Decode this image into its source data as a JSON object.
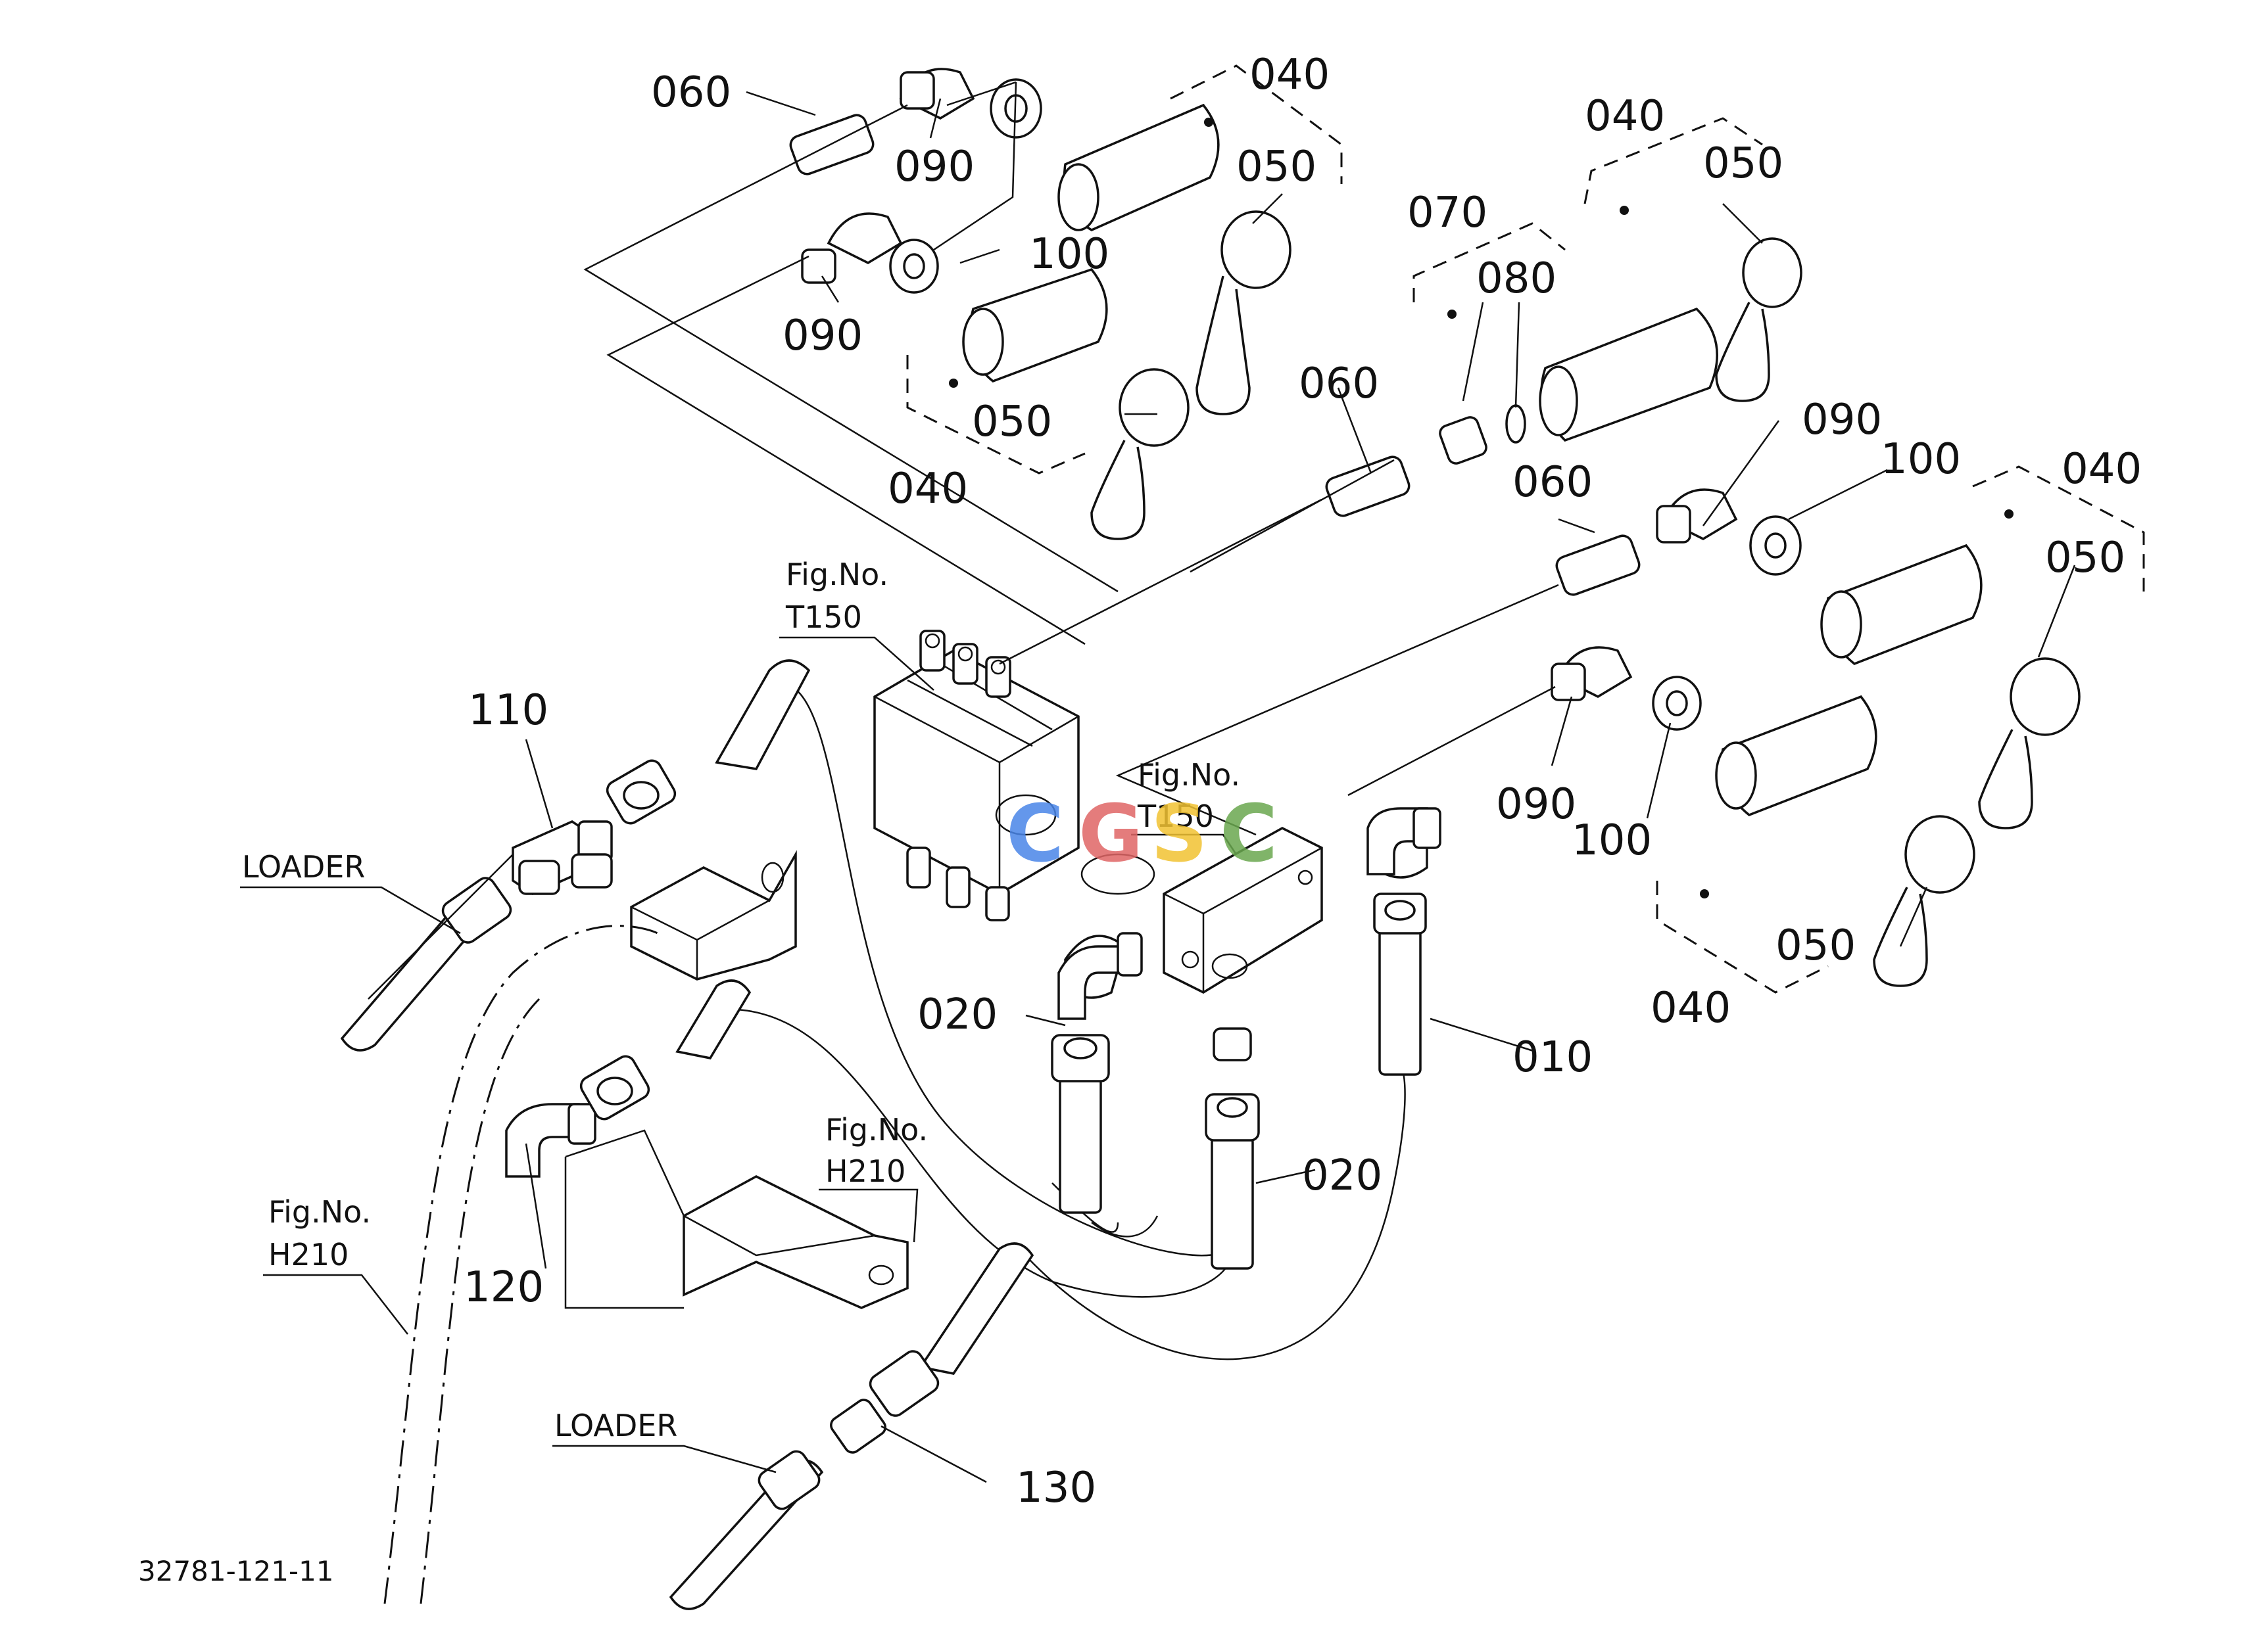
{
  "diagram": {
    "drawing_number": "32781-121-11",
    "callouts": {
      "c010": "010",
      "c020a": "020",
      "c020b": "020",
      "c040a": "040",
      "c040b": "040",
      "c040c": "040",
      "c040d": "040",
      "c040e": "040",
      "c050a": "050",
      "c050b": "050",
      "c050c": "050",
      "c050d": "050",
      "c050e": "050",
      "c060a": "060",
      "c060b": "060",
      "c060c": "060",
      "c070": "070",
      "c080": "080",
      "c090a": "090",
      "c090b": "090",
      "c090c": "090",
      "c090d": "090",
      "c100a": "100",
      "c100b": "100",
      "c100c": "100",
      "c110": "110",
      "c120": "120",
      "c130": "130"
    },
    "references": {
      "fig_label": "Fig.No.",
      "t150_a": "T150",
      "t150_b": "T150",
      "h210_a": "H210",
      "h210_b": "H210",
      "loader_a": "LOADER",
      "loader_b": "LOADER"
    },
    "watermark": {
      "letters": [
        "C",
        "G",
        "S",
        "C"
      ],
      "colors": [
        "#4a86e8",
        "#e06666",
        "#f1c232",
        "#6aa84f"
      ]
    }
  }
}
